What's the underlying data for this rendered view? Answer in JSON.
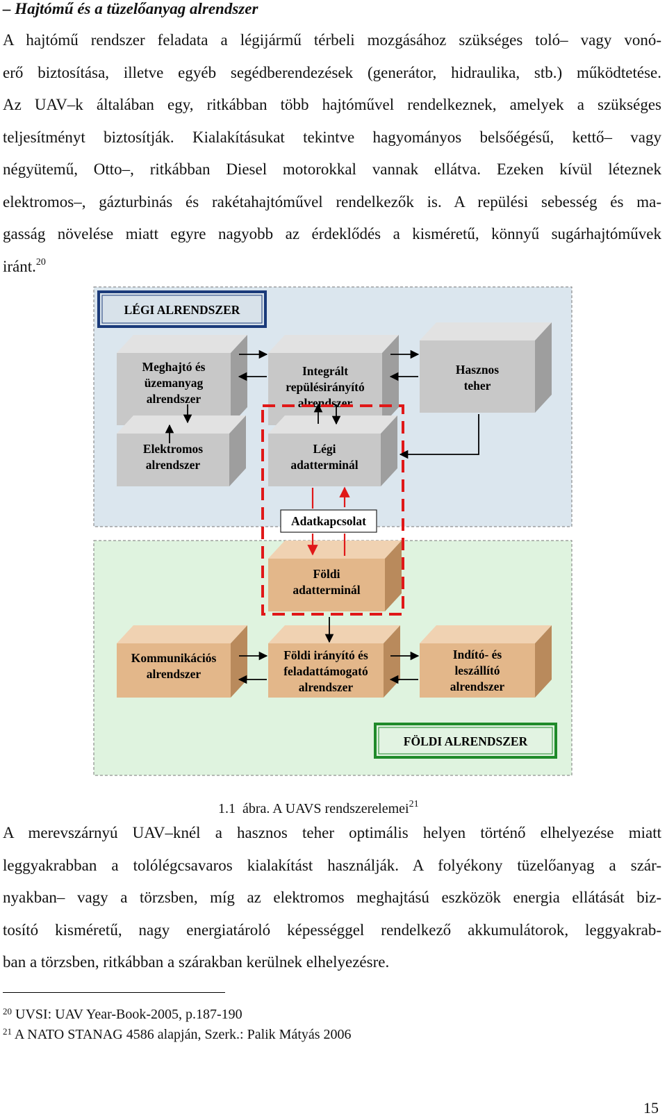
{
  "heading": "– Hajtómű és a tüzelőanyag alrendszer",
  "paragraph1": {
    "lines": [
      "A hajtómű rendszer feladata a légijármű térbeli mozgásához szükséges toló– vagy vonó-",
      "erő biztosítása, illetve egyéb segédberendezések (generátor, hidraulika, stb.) működtetése.",
      "Az UAV–k általában egy, ritkábban több hajtóművel rendelkeznek, amelyek a szükséges",
      "teljesítményt biztosítják. Kialakításukat tekintve hagyományos belsőégésű, kettő– vagy",
      "négyütemű, Otto–, ritkábban Diesel motorokkal vannak ellátva. Ezeken kívül léteznek",
      "elektromos–, gázturbinás és rakétahajtóművel rendelkezők is. A repülési sebesség és ma-",
      "gasság növelése miatt egyre nagyobb az érdeklődés a kisméretű, könnyű sugárhajtóművek",
      "iránt."
    ],
    "footnote_ref": "20"
  },
  "diagram": {
    "air_title": "LÉGI ALRENDSZER",
    "ground_title": "FÖLDI ALRENDSZER",
    "link_label": "Adatkapcsolat",
    "colors": {
      "air_bg": "#dbe6ee",
      "ground_bg": "#dff3df",
      "grey_box": "#c8c8c8",
      "tan_box": "#e3b78a",
      "air_border": "#1a3a7a",
      "ground_border": "#1f8a2a",
      "dashed_red": "#e01818",
      "red_arrow": "#e01818"
    },
    "boxes": {
      "propulsion": [
        "Meghajtó és",
        "üzemanyag",
        "alrendszer"
      ],
      "flight_control": [
        "Integrált",
        "repülésirányító",
        "alrendszer"
      ],
      "payload": [
        "Hasznos",
        "teher"
      ],
      "electric": [
        "Elektromos",
        "alrendszer"
      ],
      "air_terminal": [
        "Légi",
        "adatterminál"
      ],
      "ground_terminal": [
        "Földi",
        "adatterminál"
      ],
      "communication": [
        "Kommunikációs",
        "alrendszer"
      ],
      "ground_control": [
        "Földi irányító és",
        "feladattámogató",
        "alrendszer"
      ],
      "launch_recovery": [
        "Indító- és",
        "leszállító",
        "alrendszer"
      ]
    }
  },
  "caption": {
    "number": "1.1",
    "text": "ábra. A UAVS rendszerelemei",
    "footnote_ref": "21"
  },
  "paragraph2": {
    "lines": [
      "A merevszárnyú UAV–knél a hasznos teher optimális helyen történő elhelyezése miatt",
      "leggyakrabban a tolólégcsavaros kialakítást használják. A folyékony tüzelőanyag a szár-",
      "nyakban– vagy a törzsben, míg az elektromos meghajtású eszközök energia ellátását biz-",
      "tosító kisméretű, nagy energiatároló képességgel rendelkező akkumulátorok, leggyakrab-",
      "ban a törzsben, ritkábban a szárakban kerülnek elhelyezésre."
    ]
  },
  "footnotes": [
    {
      "number": "20",
      "text": "UVSI: UAV Year-Book-2005, p.187-190"
    },
    {
      "number": "21",
      "text": "A NATO STANAG 4586 alapján, Szerk.: Palik Mátyás 2006"
    }
  ],
  "page_number": "15"
}
